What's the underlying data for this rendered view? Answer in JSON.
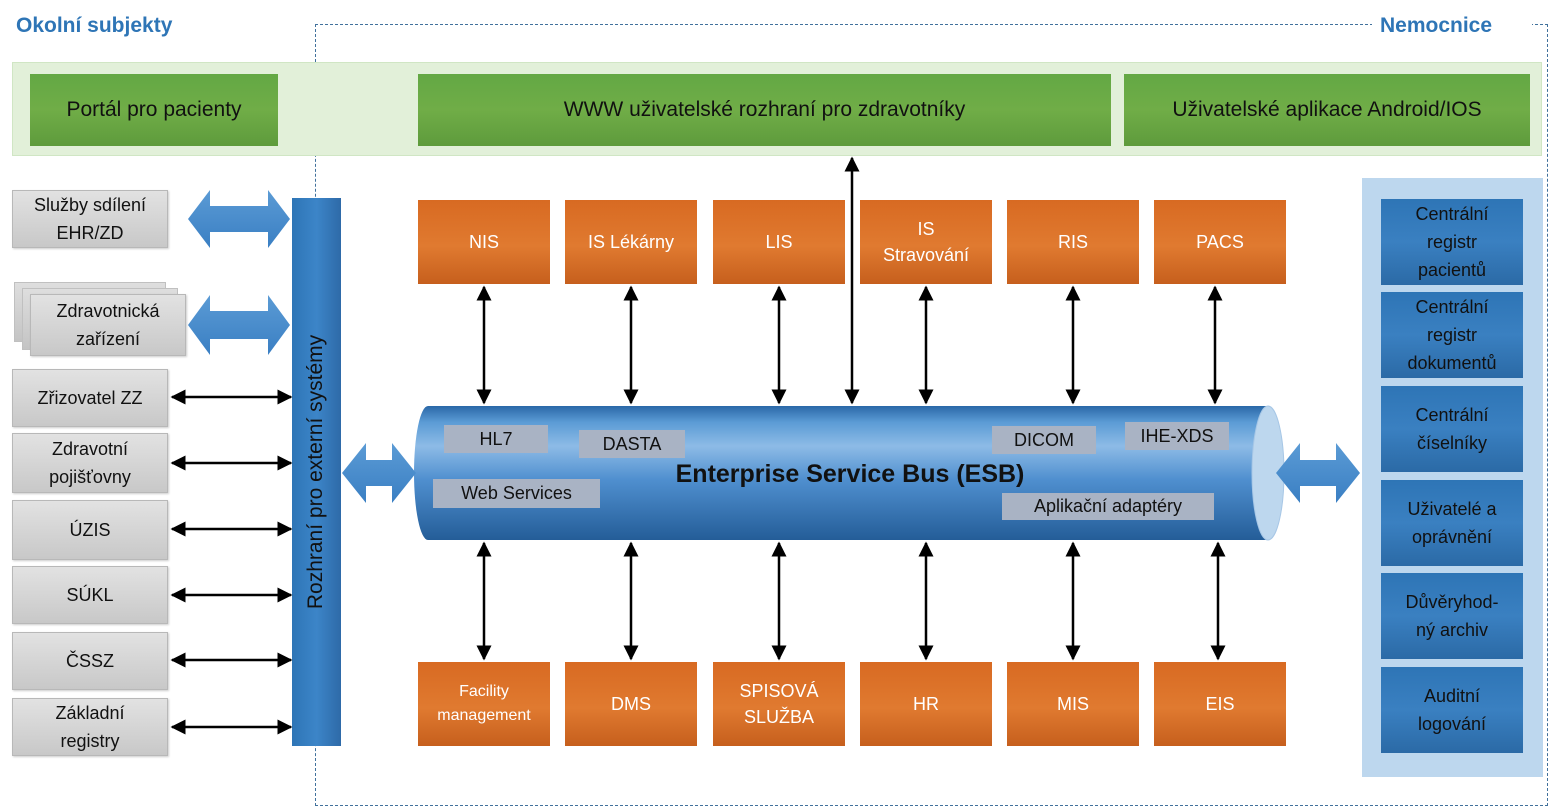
{
  "regions": {
    "external": "Okolní subjekty",
    "hospital": "Nemocnice"
  },
  "top_bar": {
    "patient_portal": "Portál pro pacienty",
    "web_ui": "WWW uživatelské rozhraní pro zdravotníky",
    "mobile_apps": "Uživatelské aplikace Android/IOS"
  },
  "external_entities": [
    {
      "line1": "Služby sdílení",
      "line2": "EHR/ZD"
    },
    {
      "line1": "Zdravotnická",
      "line2": "zařízení"
    },
    {
      "line1": "Zřizovatel ZZ",
      "line2": ""
    },
    {
      "line1": "Zdravotní",
      "line2": "pojišťovny"
    },
    {
      "line1": "ÚZIS",
      "line2": ""
    },
    {
      "line1": "SÚKL",
      "line2": ""
    },
    {
      "line1": "ČSSZ",
      "line2": ""
    },
    {
      "line1": "Základní",
      "line2": "registry"
    }
  ],
  "external_interface": "Rozhraní pro externí systémy",
  "top_systems": [
    {
      "line1": "NIS",
      "line2": ""
    },
    {
      "line1": "IS Lékárny",
      "line2": ""
    },
    {
      "line1": "LIS",
      "line2": ""
    },
    {
      "line1": "IS",
      "line2": "Stravování"
    },
    {
      "line1": "RIS",
      "line2": ""
    },
    {
      "line1": "PACS",
      "line2": ""
    }
  ],
  "bottom_systems": [
    {
      "line1": "Facility",
      "line2": "management"
    },
    {
      "line1": "DMS",
      "line2": ""
    },
    {
      "line1": "SPISOVÁ",
      "line2": "SLUŽBA"
    },
    {
      "line1": "HR",
      "line2": ""
    },
    {
      "line1": "MIS",
      "line2": ""
    },
    {
      "line1": "EIS",
      "line2": ""
    }
  ],
  "esb": {
    "title": "Enterprise Service Bus (ESB)",
    "tags": {
      "hl7": "HL7",
      "dasta": "DASTA",
      "dicom": "DICOM",
      "ihe_xds": "IHE-XDS",
      "web_services": "Web Services",
      "adapters": "Aplikační adaptéry"
    }
  },
  "central_services": [
    {
      "line1": "Centrální",
      "line2": "registr",
      "line3": "pacientů"
    },
    {
      "line1": "Centrální",
      "line2": "registr",
      "line3": "dokumentů"
    },
    {
      "line1": "Centrální",
      "line2": "číselníky",
      "line3": ""
    },
    {
      "line1": "Uživatelé a",
      "line2": "oprávnění",
      "line3": ""
    },
    {
      "line1": "Důvěryhod-",
      "line2": "ný archiv",
      "line3": ""
    },
    {
      "line1": "Auditní",
      "line2": "logování",
      "line3": ""
    }
  ],
  "colors": {
    "green": "#70ad47",
    "orange": "#e07a30",
    "blue": "#2e75b6",
    "light_blue": "#bdd7ee",
    "gray": "#d0d0d0",
    "label_blue": "#2e75b6"
  }
}
